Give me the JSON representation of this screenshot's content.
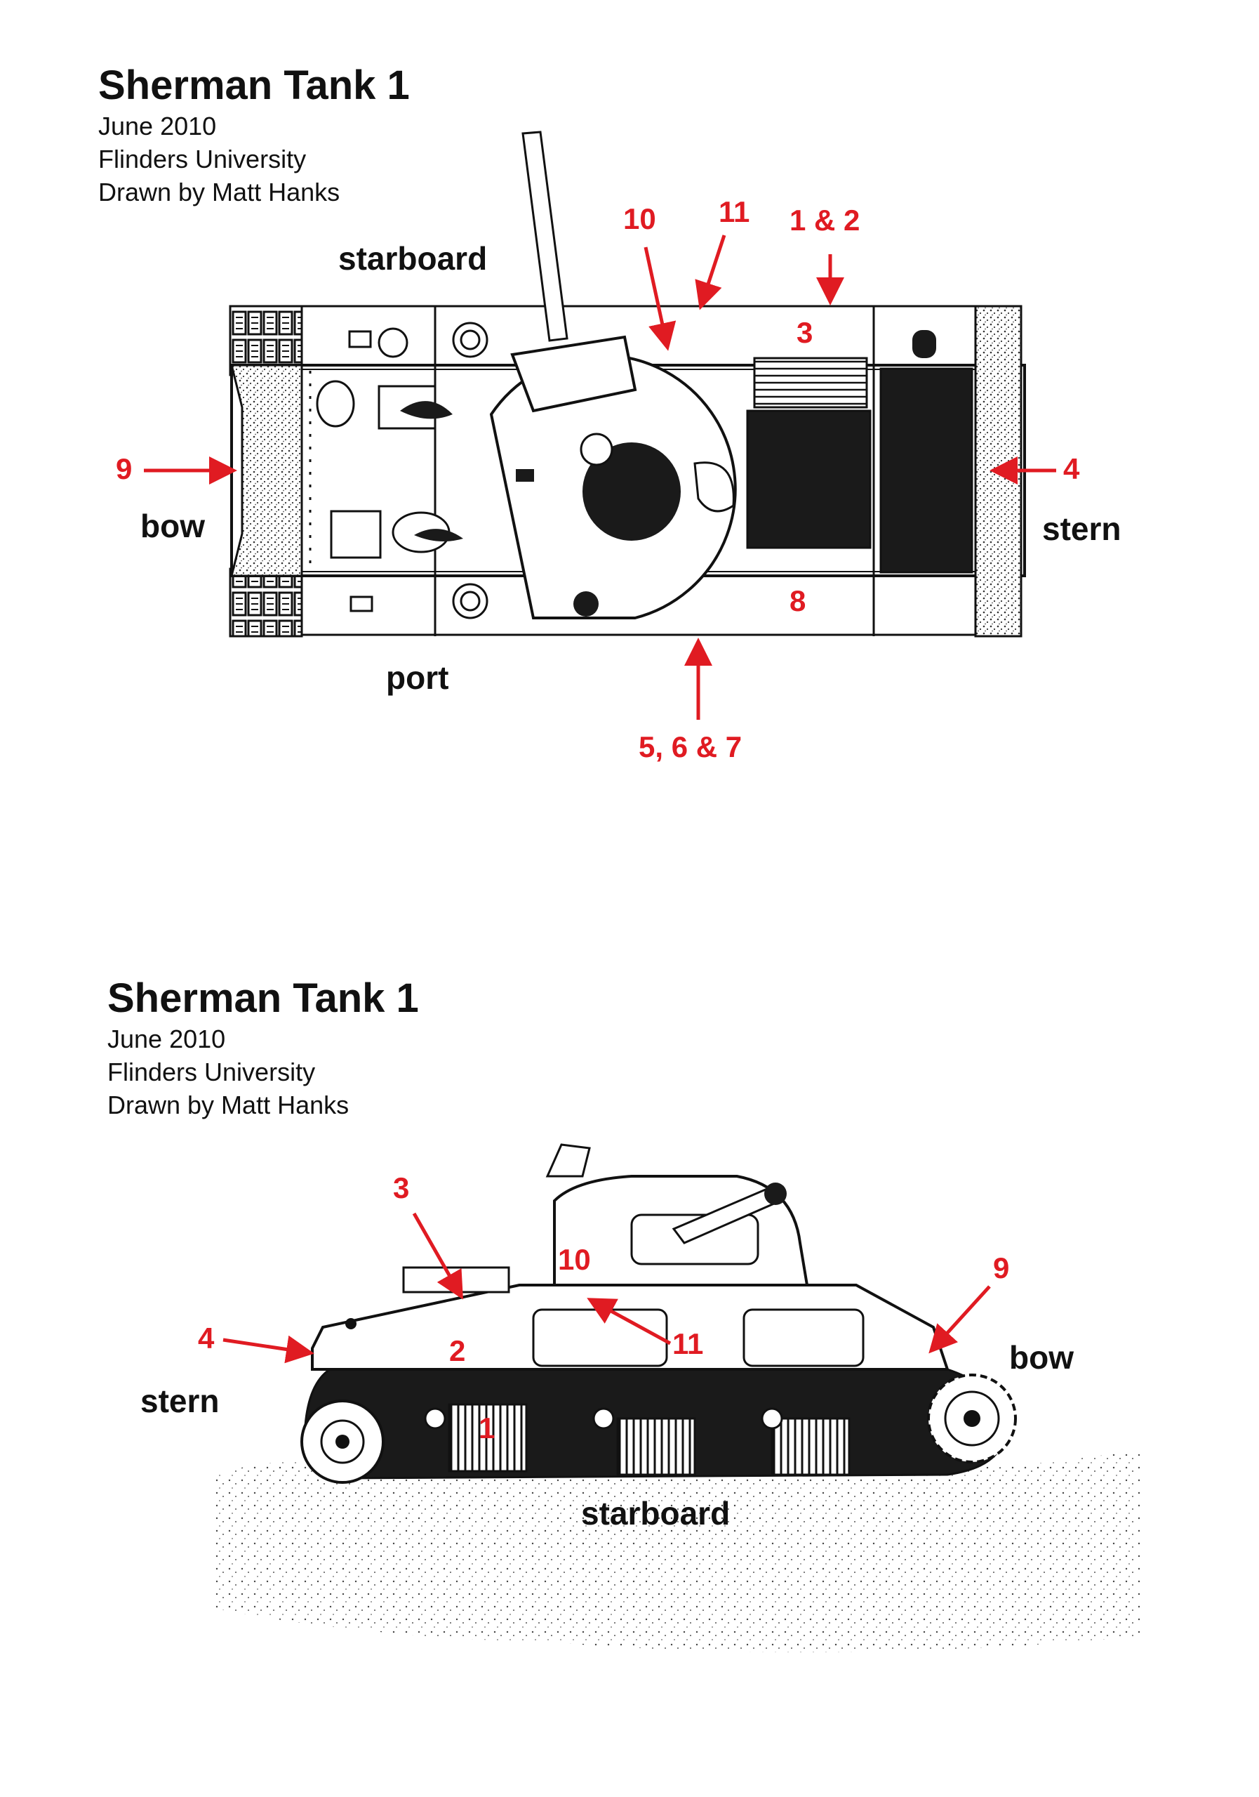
{
  "colors": {
    "ink": "#111111",
    "marker": "#e01b22",
    "paper": "#ffffff",
    "shade": "#1a1a1a"
  },
  "top_view": {
    "title": "Sherman Tank 1",
    "date": "June 2010",
    "institution": "Flinders University",
    "credit": "Drawn by Matt Hanks",
    "labels": {
      "starboard": "starboard",
      "port": "port",
      "bow": "bow",
      "stern": "stern"
    },
    "markers": {
      "m10": "10",
      "m11": "11",
      "m1_2": "1 & 2",
      "m3": "3",
      "m9": "9",
      "m4": "4",
      "m8": "8",
      "m5_6_7": "5, 6 & 7"
    }
  },
  "side_view": {
    "title": "Sherman Tank 1",
    "date": "June 2010",
    "institution": "Flinders University",
    "credit": "Drawn by Matt Hanks",
    "labels": {
      "stern": "stern",
      "bow": "bow",
      "starboard": "starboard"
    },
    "markers": {
      "m3": "3",
      "m10": "10",
      "m9": "9",
      "m4": "4",
      "m2": "2",
      "m11": "11",
      "m1": "1"
    }
  }
}
